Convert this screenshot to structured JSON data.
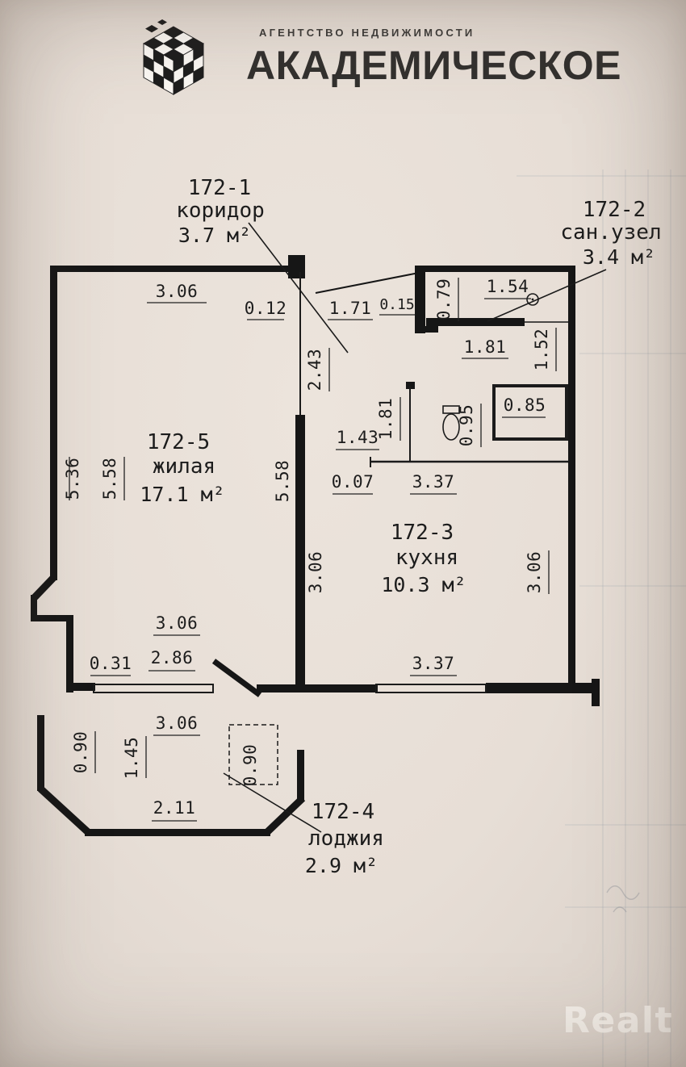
{
  "header": {
    "tagline": "АГЕНТСТВО НЕДВИЖИМОСТИ",
    "name": "АКАДЕМИЧЕСКОЕ"
  },
  "plan": {
    "rooms": [
      {
        "id": "172-1",
        "name": "коридор",
        "area": "3.7 м²"
      },
      {
        "id": "172-2",
        "name": "сан.узел",
        "area": "3.4 м²"
      },
      {
        "id": "172-3",
        "name": "кухня",
        "area": "10.3 м²"
      },
      {
        "id": "172-4",
        "name": "лоджия",
        "area": "2.9 м²"
      },
      {
        "id": "172-5",
        "name": "жилая",
        "area": "17.1 м²"
      }
    ],
    "dims": {
      "top_w": "3.06",
      "jamb": "0.12",
      "entry_w": "1.71",
      "stub": "0.15",
      "niche_h": "0.79",
      "niche_w": "1.54",
      "bath_w": "1.81",
      "bath_h": "1.52",
      "hall_h": "2.43",
      "closet_h": "1.81",
      "closet_w": "1.43",
      "wc_h": "0.95",
      "duct_w": "0.85",
      "step": "0.07",
      "kitchen_w_top": "3.37",
      "living_h_out": "5.36",
      "living_h_in": "5.58",
      "hall_wall_h": "5.58",
      "kitchen_h_in": "3.06",
      "kitchen_h_right": "3.06",
      "living_w": "3.06",
      "ledge": "0.31",
      "living_w_in": "2.86",
      "kitchen_w_bot": "3.37",
      "loggia_top_w": "3.06",
      "loggia_h_left": "0.90",
      "loggia_h_in": "1.45",
      "loggia_box": "0.90",
      "loggia_w_bot": "2.11"
    }
  },
  "watermark": {
    "brand": "Realt"
  },
  "colors": {
    "paper": "#e8e0d8",
    "ink": "#1b1b1b",
    "watermark": "#f4efe9"
  }
}
